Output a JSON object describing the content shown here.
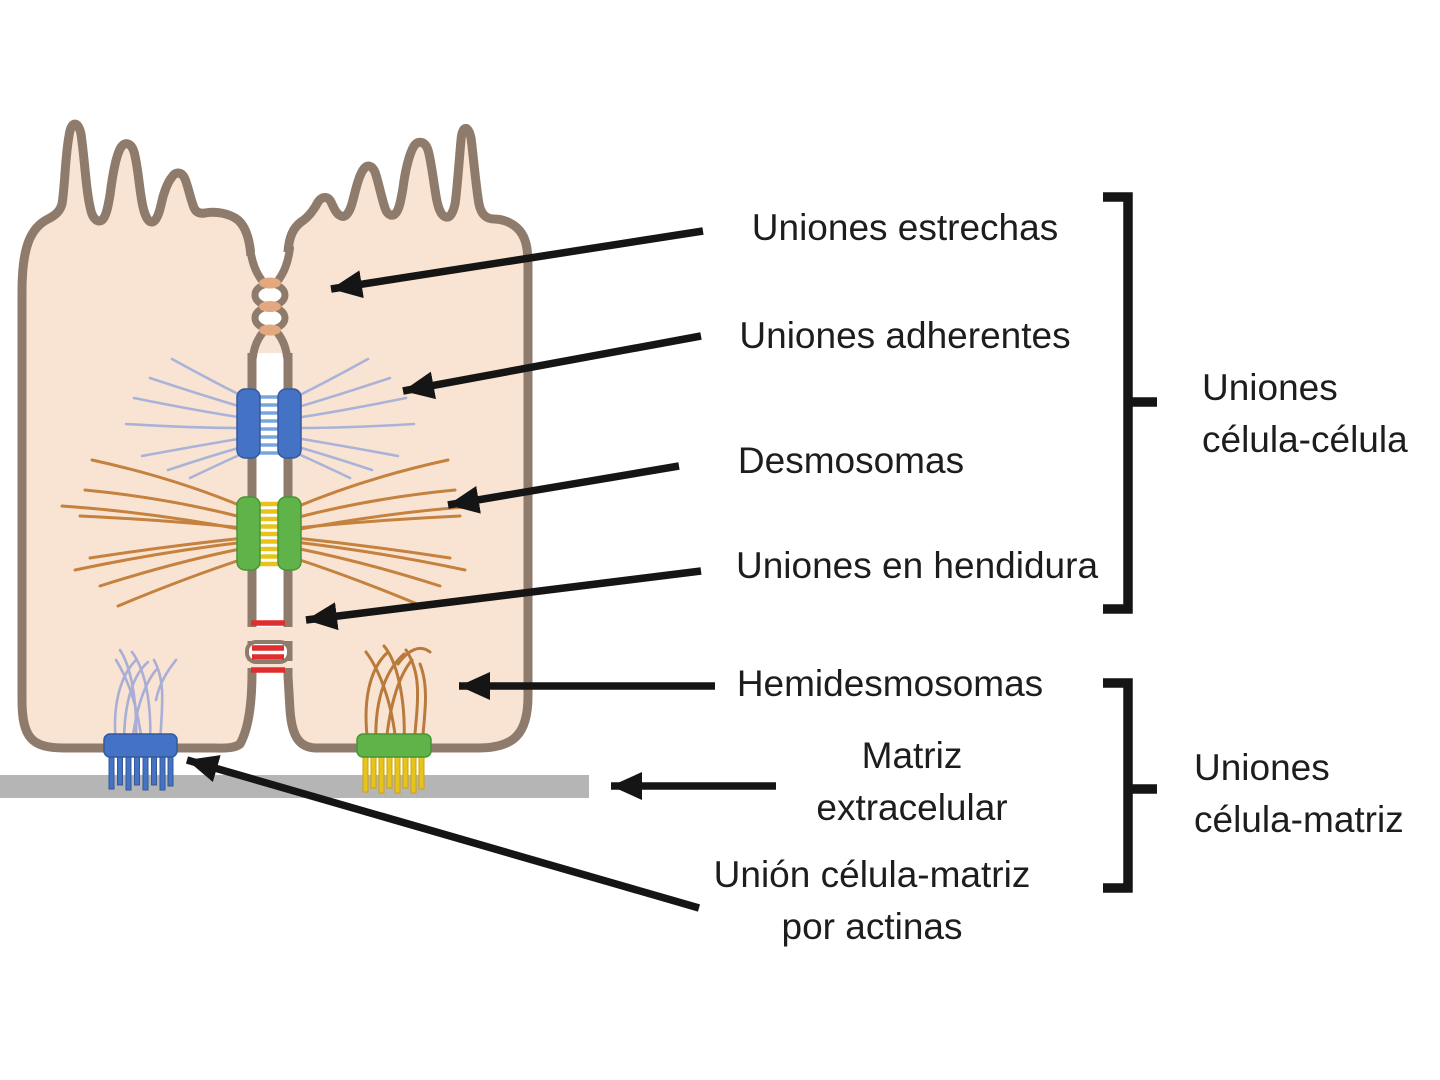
{
  "labels": {
    "tight_junction": "Uniones estrechas",
    "adherens_junction": "Uniones adherentes",
    "desmosome": "Desmosomas",
    "gap_junction": "Uniones en hendidura",
    "hemidesmosome": "Hemidesmosomas",
    "matrix_line1": "Matriz",
    "matrix_line2": "extracelular",
    "actin_junction_line1": "Unión célula-matriz",
    "actin_junction_line2": "por actinas"
  },
  "groups": {
    "cell_cell_line1": "Uniones",
    "cell_cell_line2": "célula-célula",
    "cell_matrix_line1": "Uniones",
    "cell_matrix_line2": "célula-matriz"
  },
  "colors": {
    "text": "#1d1d1d",
    "arrow": "#151515",
    "bracket": "#151515",
    "cell_fill": "#f9e4d3",
    "membrane": "#8f7b6c",
    "tight_contact": "#e3a87d",
    "adherens_plaque": "#4472c4",
    "adherens_cadherin": "#7aa5dc",
    "adherens_filament": "#a9b3d8",
    "desmosome_plaque": "#5fb348",
    "desmosome_cadherin": "#e7c31c",
    "desmosome_filament": "#c5813e",
    "gap_channel": "#e12d2d",
    "hemi_plaque": "#5fb348",
    "hemi_integrin": "#e7c31c",
    "hemi_filament": "#b97a3c",
    "actin_plaque": "#4472c4",
    "actin_filament": "#a9aed6",
    "matrix_bar": "#b5b5b5"
  }
}
